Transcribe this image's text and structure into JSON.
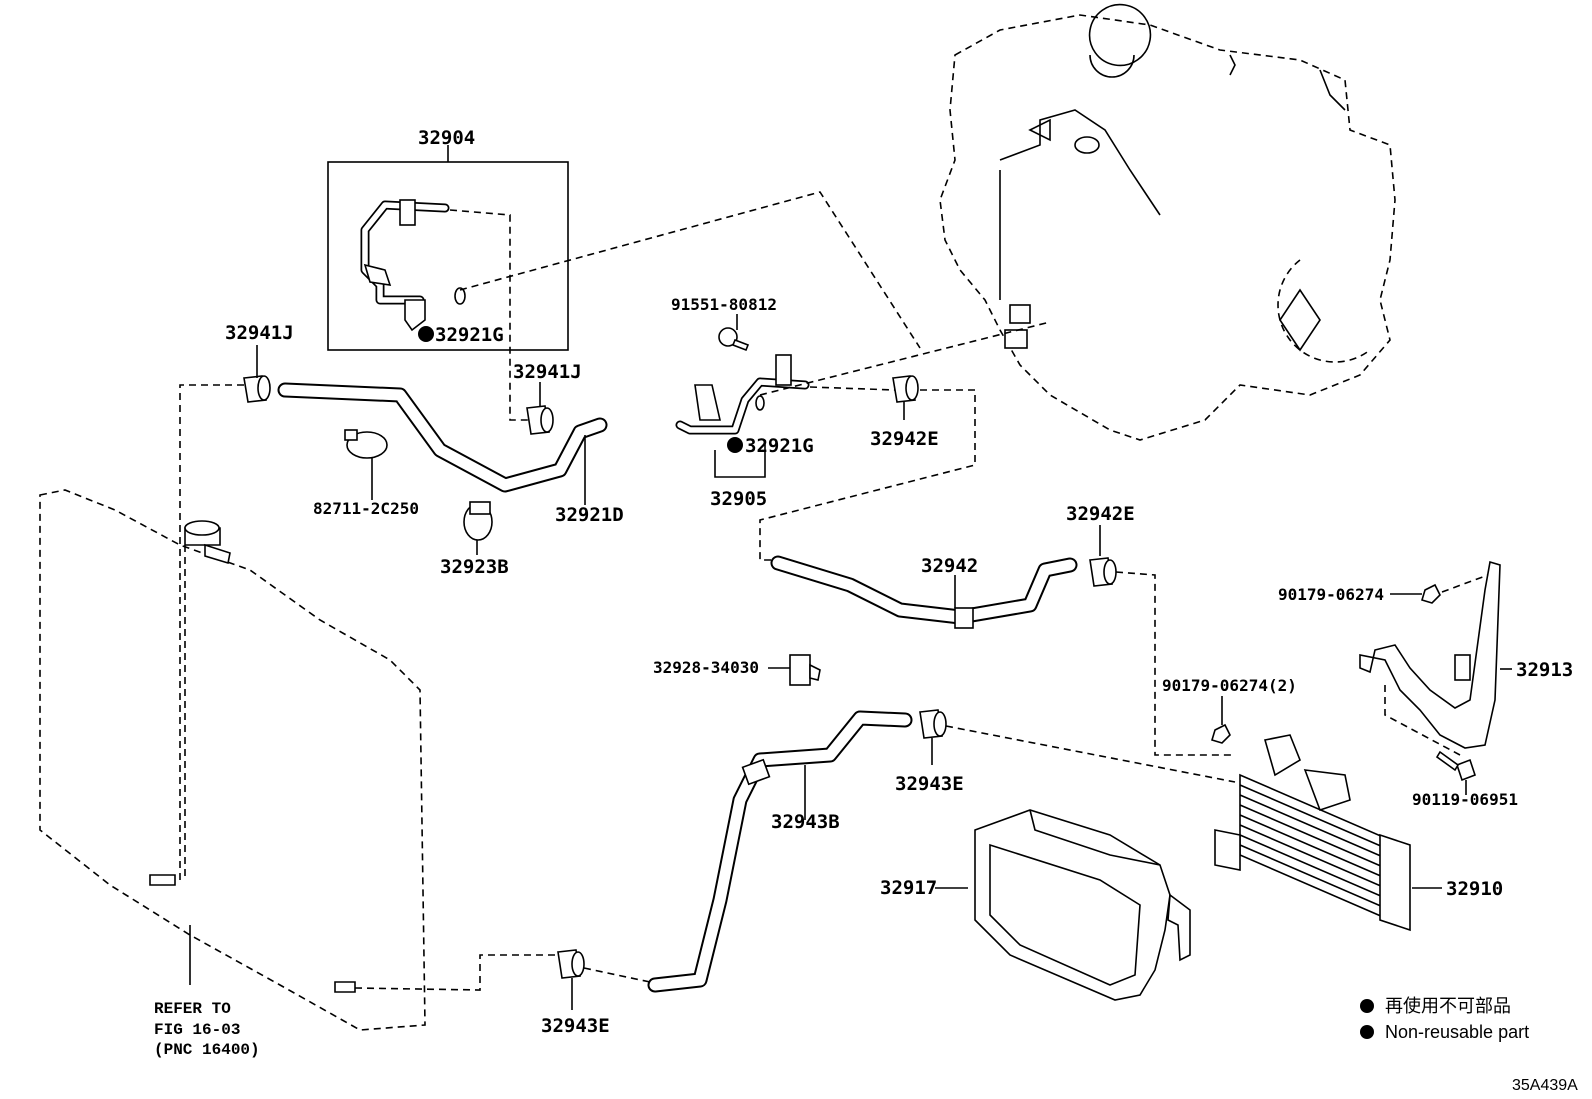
{
  "labels": {
    "p32904": "32904",
    "p32921g_a": "32921G",
    "p32941j_a": "32941J",
    "p32941j_b": "32941J",
    "p82711": "82711-2C250",
    "p32921d": "32921D",
    "p32923b": "32923B",
    "p91551": "91551-80812",
    "p32921g_b": "32921G",
    "p32942e_a": "32942E",
    "p32905": "32905",
    "p32942e_b": "32942E",
    "p32942": "32942",
    "p90179_a": "90179-06274",
    "p32913": "32913",
    "p32928": "32928-34030",
    "p90179_b": "90179-06274(2)",
    "p32943e_a": "32943E",
    "p90119": "90119-06951",
    "p32943b": "32943B",
    "p32917": "32917",
    "p32910": "32910",
    "p32943e_b": "32943E"
  },
  "refer": {
    "line1": "REFER TO",
    "line2": "FIG 16-03",
    "line3": "(PNC 16400)"
  },
  "legend": {
    "jp": "再使用不可部品",
    "en": "Non-reusable part"
  },
  "diagram_code": "35A439A"
}
